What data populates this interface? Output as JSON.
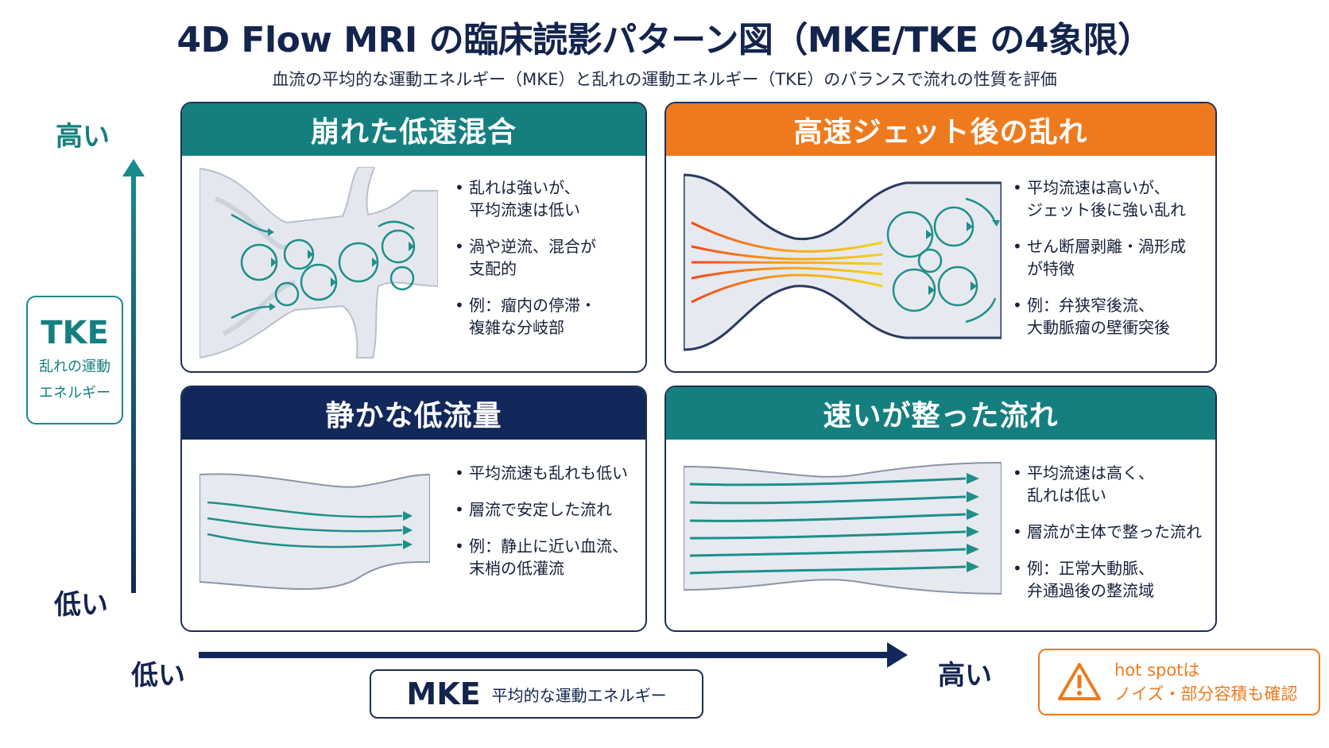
{
  "title": "4D Flow MRI の臨床読影パターン図（MKE/TKE の4象限）",
  "subtitle": "血流の平均的な運動エネルギー（MKE）と乱れの運動エネルギー（TKE）のバランスで流れの性質を評価",
  "y_axis": {
    "high": "高い",
    "low": "低い",
    "name": "TKE",
    "desc_line1": "乱れの運動",
    "desc_line2": "エネルギー"
  },
  "x_axis": {
    "low": "低い",
    "high": "高い",
    "name": "MKE",
    "desc": "平均的な運動エネルギー"
  },
  "quadrants": {
    "top_left": {
      "title": "崩れた低速混合",
      "bullets": [
        "乱れは強いが、\n平均流速は低い",
        "渦や逆流、混合が\n支配的",
        "例：瘤内の停滞・\n複雑な分岐部"
      ]
    },
    "top_right": {
      "title": "高速ジェット後の乱れ",
      "bullets": [
        "平均流速は高いが、\nジェット後に強い乱れ",
        "せん断層剥離・渦形成\nが特徴",
        "例：弁狭窄後流、\n大動脈瘤の壁衝突後"
      ]
    },
    "bottom_left": {
      "title": "静かな低流量",
      "bullets": [
        "平均流速も乱れも低い",
        "層流で安定した流れ",
        "例：静止に近い血流、\n末梢の低灌流"
      ]
    },
    "bottom_right": {
      "title": "速いが整った流れ",
      "bullets": [
        "平均流速は高く、\n乱れは低い",
        "層流が主体で整った流れ",
        "例：正常大動脈、\n弁通過後の整流域"
      ]
    }
  },
  "warning": {
    "line1": "hot spotは",
    "line2": "ノイズ・部分容積も確認"
  },
  "colors": {
    "navy": "#13285a",
    "teal": "#157f80",
    "orange": "#ef7a1d"
  }
}
